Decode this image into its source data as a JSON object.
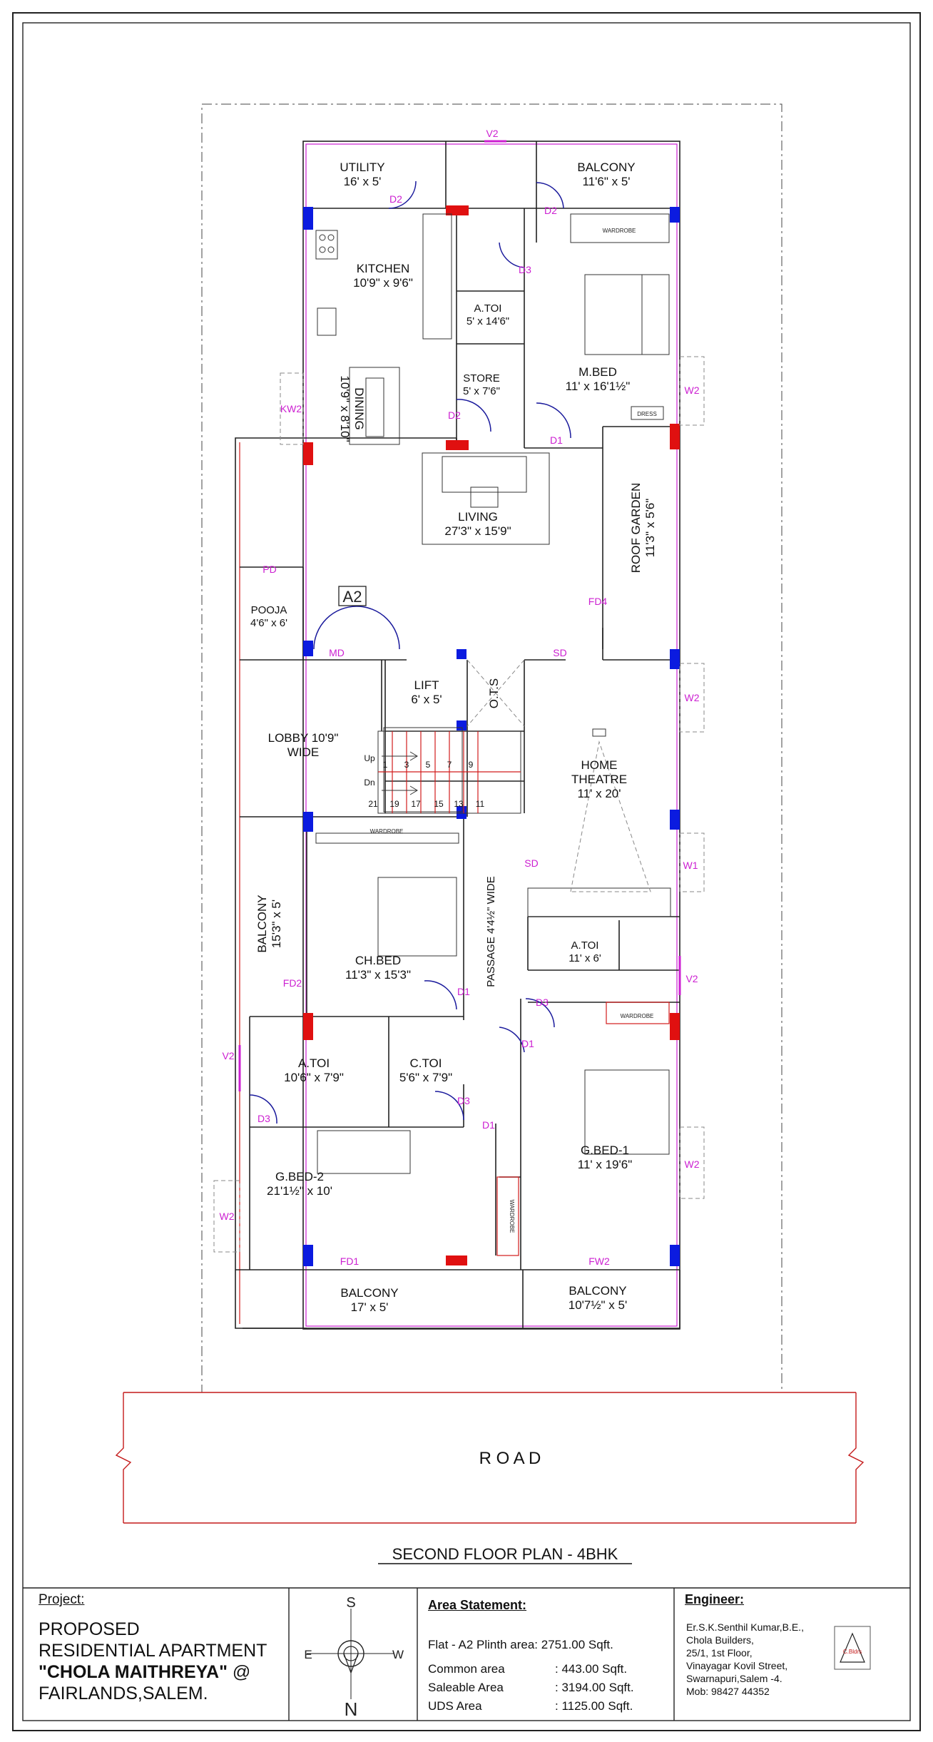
{
  "plan": {
    "title": "SECOND FLOOR PLAN - 4BHK",
    "flat_tag": "A2",
    "road_label": "R O A D",
    "rooms": [
      {
        "id": "utility",
        "name": "UTILITY",
        "size": "16' x 5'"
      },
      {
        "id": "balcony-top",
        "name": "BALCONY",
        "size": "11'6\" x 5'"
      },
      {
        "id": "kitchen",
        "name": "KITCHEN",
        "size": "10'9\" x 9'6\""
      },
      {
        "id": "atoi-top",
        "name": "A.TOI",
        "size": "5' x 14'6\""
      },
      {
        "id": "store",
        "name": "STORE",
        "size": "5' x 7'6\""
      },
      {
        "id": "mbed",
        "name": "M.BED",
        "size": "11' x 16'1½\""
      },
      {
        "id": "dining",
        "name": "DINING",
        "size": "10'9\" x 8'10\""
      },
      {
        "id": "living",
        "name": "LIVING",
        "size": "27'3\" x 15'9\""
      },
      {
        "id": "roof-garden",
        "name": "ROOF GARDEN",
        "size": "11'3\" x 5'6\""
      },
      {
        "id": "pooja",
        "name": "POOJA",
        "size": "4'6\" x 6'"
      },
      {
        "id": "lift",
        "name": "LIFT",
        "size": "6' x 5'"
      },
      {
        "id": "ots",
        "name": "O.T.S",
        "size": ""
      },
      {
        "id": "lobby",
        "name": "LOBBY 10'9\"",
        "size": "WIDE"
      },
      {
        "id": "home-theatre",
        "name": "HOME THEATRE",
        "size": "11' x 20'"
      },
      {
        "id": "balcony-left",
        "name": "BALCONY",
        "size": "15'3\" x 5'"
      },
      {
        "id": "chbed",
        "name": "CH.BED",
        "size": "11'3\" x 15'3\""
      },
      {
        "id": "passage",
        "name": "PASSAGE 4'4½\" WIDE",
        "size": ""
      },
      {
        "id": "atoi-right",
        "name": "A.TOI",
        "size": "11' x 6'"
      },
      {
        "id": "atoi-left",
        "name": "A.TOI",
        "size": "10'6\" x 7'9\""
      },
      {
        "id": "ctoi",
        "name": "C.TOI",
        "size": "5'6\" x 7'9\""
      },
      {
        "id": "gbed1",
        "name": "G.BED-1",
        "size": "11' x 19'6\""
      },
      {
        "id": "gbed2",
        "name": "G.BED-2",
        "size": "21'1½\" x 10'"
      },
      {
        "id": "balcony-bl",
        "name": "BALCONY",
        "size": "17' x 5'"
      },
      {
        "id": "balcony-br",
        "name": "BALCONY",
        "size": "10'7½\" x 5'"
      }
    ],
    "openings": [
      "V2",
      "D2",
      "D2",
      "D3",
      "KW2",
      "W2",
      "D2",
      "D1",
      "FD4",
      "PD",
      "MD",
      "SD",
      "W2",
      "W1",
      "SD",
      "FD2",
      "D1",
      "V2",
      "D3",
      "D1",
      "V2",
      "D3",
      "D3",
      "D1",
      "W2",
      "W2",
      "FD1",
      "FW2"
    ],
    "small_labels": {
      "wardrobe": "WARDROBE",
      "dress": "DRESS",
      "up": "Up",
      "dn": "Dn",
      "steps_up": [
        "1",
        "3",
        "5",
        "7",
        "9"
      ],
      "steps_dn": [
        "21",
        "19",
        "17",
        "15",
        "13",
        "11"
      ]
    }
  },
  "title_block": {
    "project_label": "Project:",
    "project_lines": [
      "PROPOSED",
      "RESIDENTIAL APARTMENT"
    ],
    "project_name": "\"CHOLA MAITHREYA\"",
    "project_at": " @",
    "project_location": "FAIRLANDS,SALEM.",
    "compass": {
      "n": "N",
      "s": "S",
      "e": "E",
      "w": "W"
    },
    "area_heading": "Area Statement:",
    "plinth": "Flat - A2 Plinth area: 2751.00 Sqft.",
    "areas": [
      {
        "label": "Common area",
        "value": ":   443.00 Sqft."
      },
      {
        "label": "Saleable Area",
        "value": ":  3194.00 Sqft."
      },
      {
        "label": "UDS Area",
        "value": ":  1125.00 Sqft."
      }
    ],
    "engineer_heading": "Engineer:",
    "engineer_lines": [
      "Er.S.K.Senthil Kumar,B.E.,",
      "Chola Builders,",
      "25/1, 1st Floor,",
      "Vinayagar Kovil Street,",
      "Swarnapuri,Salem -4.",
      "Mob: 98427 44352"
    ],
    "logo_text": "C.Bldrs"
  }
}
